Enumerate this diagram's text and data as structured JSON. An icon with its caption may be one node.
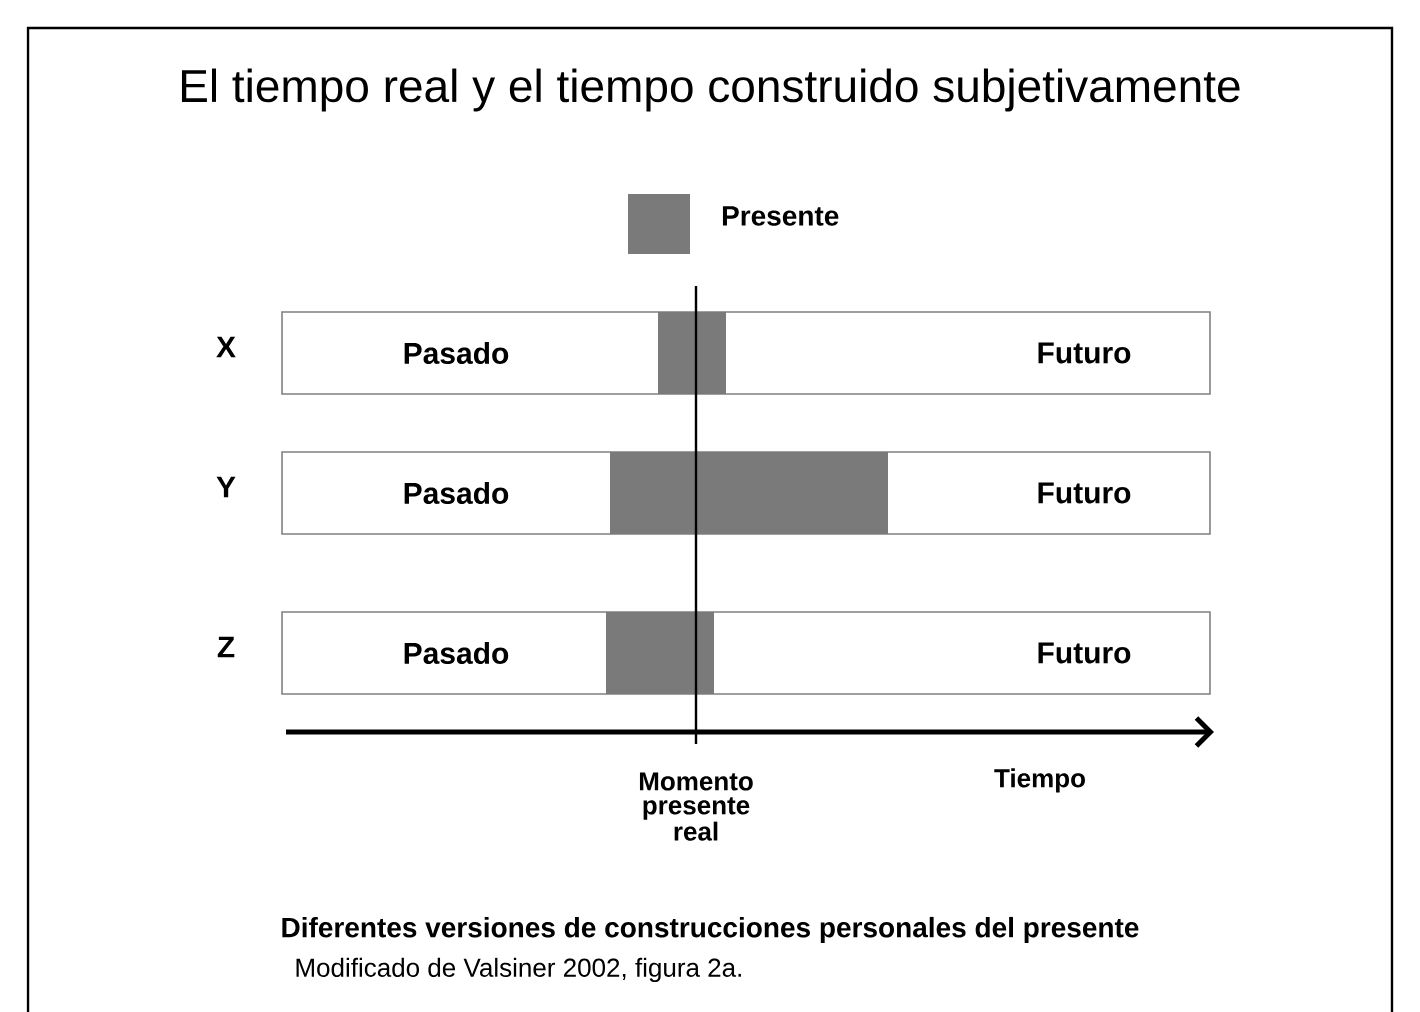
{
  "diagram": {
    "title": "El tiempo real y el tiempo construido subjetivamente",
    "caption": "Diferentes versiones de construcciones personales del presente",
    "nodes": [
      {
        "text": [
          "Pasado",
          "Futuro"
        ],
        "beside": [
          "X"
        ]
      },
      {
        "text": [],
        "shape": "box",
        "in": 0
      },
      {
        "text": [
          "Pasado",
          "Futuro"
        ],
        "beside": [
          "Y"
        ]
      },
      {
        "text": [],
        "shape": "box",
        "in": 2
      },
      {
        "text": [
          "Pasado",
          "Futuro"
        ],
        "beside": [
          "Z"
        ]
      },
      {
        "text": [],
        "shape": "box",
        "in": 4
      }
    ],
    "edges": [],
    "labels": [
      "Momento presente real",
      "Tiempo",
      "Modificado de Valsiner 2002, figura 2a."
    ],
    "legend": [
      {
        "text": "Presente",
        "color": "#7a7a7a"
      }
    ]
  }
}
